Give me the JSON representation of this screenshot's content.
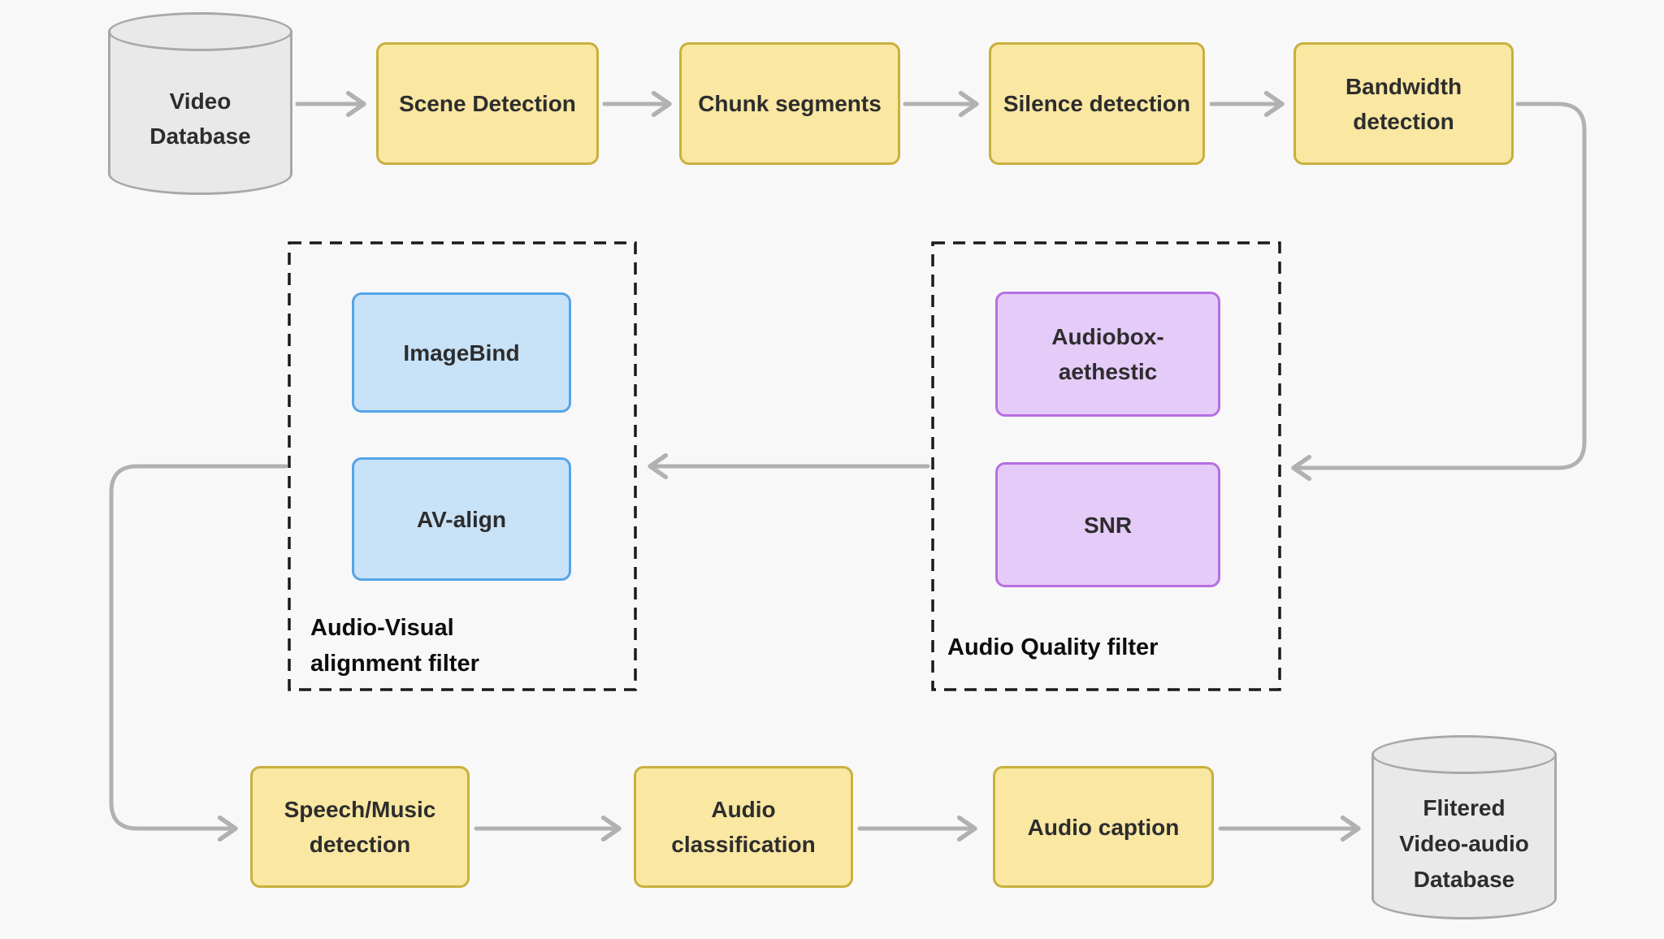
{
  "canvas": {
    "background": "#f8f8f8"
  },
  "colors": {
    "process_fill": "#f9e7a2",
    "process_border": "#c9b03c",
    "alignment_fill": "#c8e2f8",
    "alignment_border": "#55a4e8",
    "quality_fill": "#e5cbf8",
    "quality_border": "#b76fe2",
    "database_fill": "#e9e9e9",
    "database_border": "#a8a8a8",
    "connector": "#b1b1b1",
    "group_border": "#1a1a1a",
    "label_text": "#2d2d2d"
  },
  "nodes": {
    "video_database": {
      "lines": [
        "Video",
        "Database"
      ]
    },
    "scene_detection": {
      "label": "Scene Detection"
    },
    "chunk_segments": {
      "label": "Chunk segments"
    },
    "silence_detection": {
      "label": "Silence detection"
    },
    "bandwidth_detection": {
      "lines": [
        "Bandwidth",
        "detection"
      ]
    },
    "imagebind": {
      "label": "ImageBind"
    },
    "av_align": {
      "label": "AV-align"
    },
    "audiobox_aethestic": {
      "lines": [
        "Audiobox-",
        "aethestic"
      ]
    },
    "snr": {
      "label": "SNR"
    },
    "speech_music_detection": {
      "lines": [
        "Speech/Music",
        "detection"
      ]
    },
    "audio_classification": {
      "lines": [
        "Audio",
        "classification"
      ]
    },
    "audio_caption": {
      "label": "Audio caption"
    },
    "filtered_database": {
      "lines": [
        "Flitered",
        "Video-audio",
        "Database"
      ]
    }
  },
  "groups": {
    "av_alignment_filter": {
      "lines": [
        "Audio-Visual",
        "alignment filter"
      ]
    },
    "audio_quality_filter": {
      "label": "Audio Quality filter"
    }
  }
}
